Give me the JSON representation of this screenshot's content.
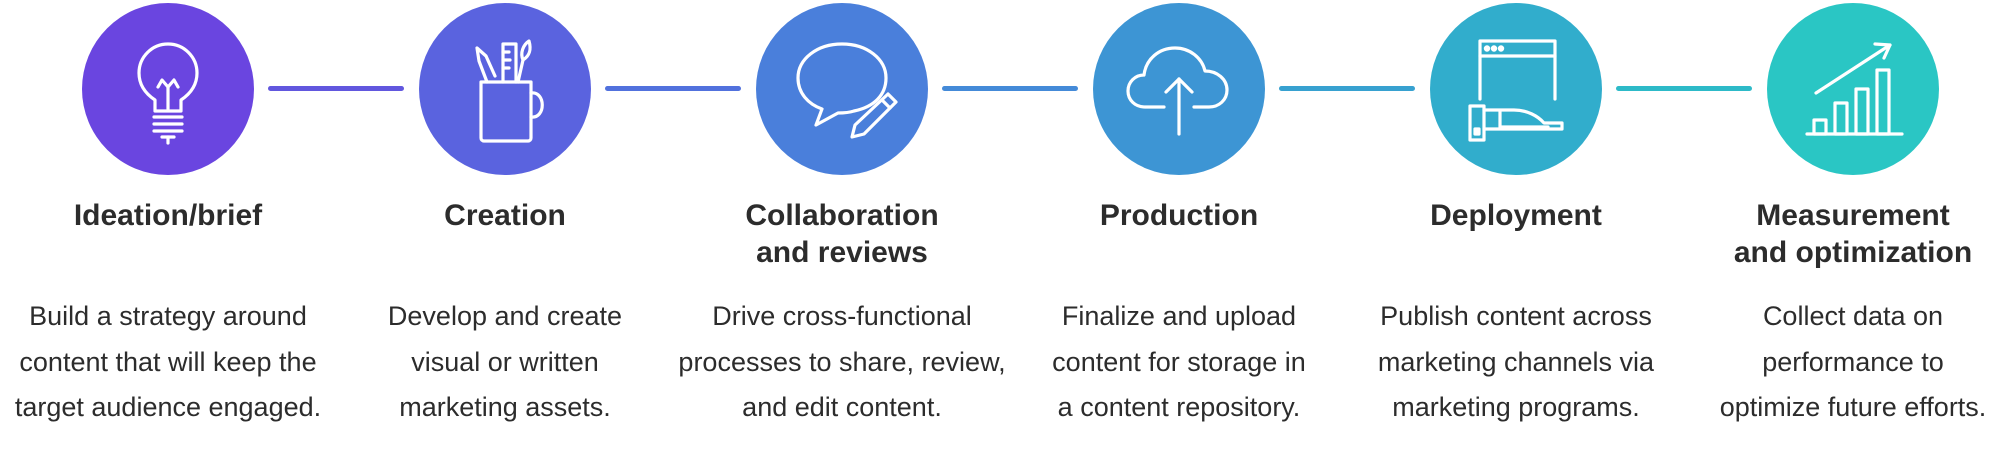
{
  "colors": {
    "step_1": "#6a45e0",
    "step_2": "#5a63df",
    "step_3": "#4a7fdb",
    "step_4": "#3d95d4",
    "step_5": "#31adcc",
    "step_6": "#2ac6c4",
    "connectors": [
      "#6157de",
      "#5171dd",
      "#448ad8",
      "#37a1d0",
      "#2dbac8"
    ]
  },
  "steps": [
    {
      "icon": "lightbulb-icon",
      "title": "Ideation/brief",
      "description": "Build a strategy around\ncontent that will keep the\ntarget audience engaged."
    },
    {
      "icon": "pencil-cup-icon",
      "title": "Creation",
      "description": "Develop and create\nvisual or written\nmarketing assets."
    },
    {
      "icon": "chat-pencil-icon",
      "title": "Collaboration\nand reviews",
      "description": "Drive cross-functional\nprocesses to share, review,\nand edit content."
    },
    {
      "icon": "cloud-upload-icon",
      "title": "Production",
      "description": "Finalize and upload\ncontent for storage in\na content repository."
    },
    {
      "icon": "browser-deploy-icon",
      "title": "Deployment",
      "description": "Publish content across\nmarketing channels via\nmarketing programs."
    },
    {
      "icon": "growth-chart-icon",
      "title": "Measurement\nand optimization",
      "description": "Collect data on\nperformance to\noptimize future efforts."
    }
  ]
}
